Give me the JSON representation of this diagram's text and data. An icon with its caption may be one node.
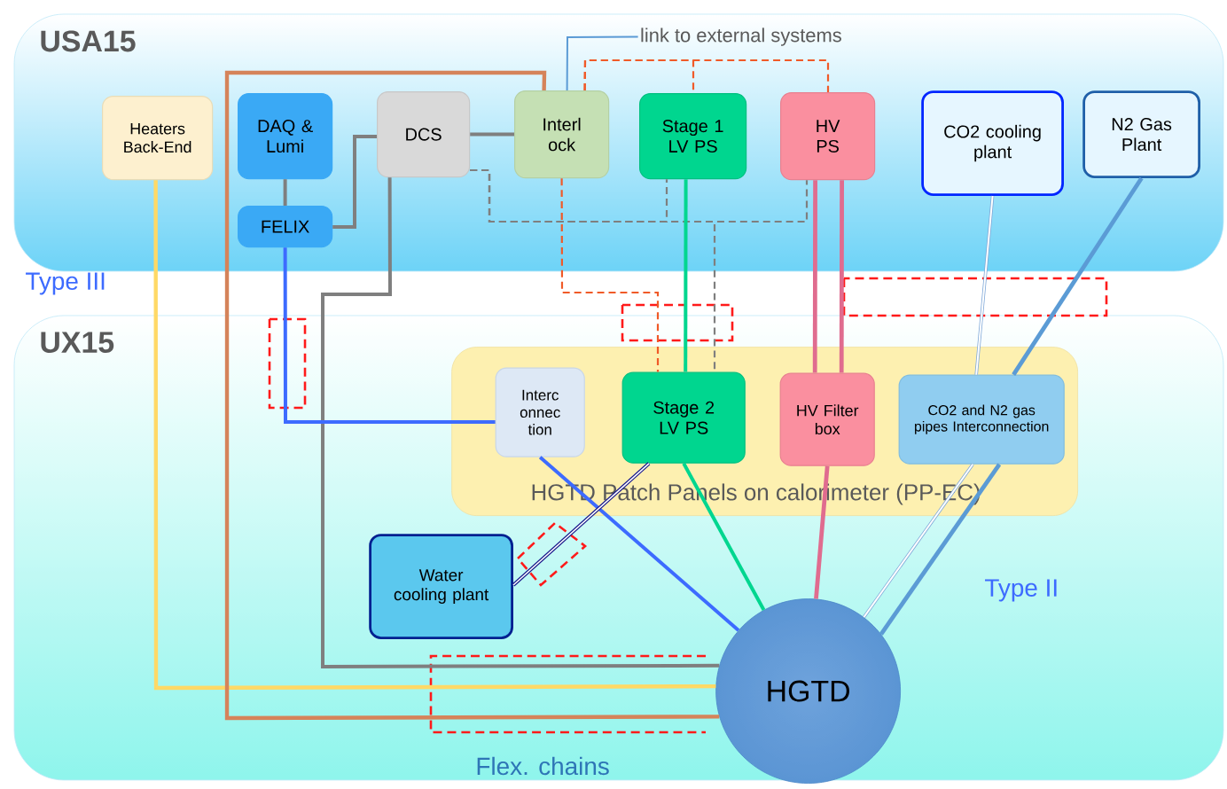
{
  "diagram": {
    "nodes": [
      {
        "text": [
          "USA15"
        ]
      },
      {
        "text": [
          "UX15"
        ]
      },
      {
        "text": [
          "Heaters Back-End"
        ],
        "in": 0
      },
      {
        "text": [
          "DAQ & Lumi"
        ],
        "in": 0
      },
      {
        "text": [
          "FELIX"
        ],
        "in": 0
      },
      {
        "text": [
          "DCS"
        ],
        "in": 0
      },
      {
        "text": [
          "Interl ock"
        ],
        "in": 0
      },
      {
        "text": [
          "Stage 1 LV PS"
        ],
        "in": 0
      },
      {
        "text": [
          "HV PS"
        ],
        "in": 0
      },
      {
        "text": [
          "CO2 cooling plant"
        ],
        "in": 0
      },
      {
        "text": [
          "N2 Gas Plant"
        ],
        "in": 0
      },
      {
        "text": [
          "HGTD Patch Panels on calorimeter (PP-EC)"
        ],
        "in": 1
      },
      {
        "text": [
          "Interc onnec tion"
        ],
        "in": 11
      },
      {
        "text": [
          "Stage 2 LV PS"
        ],
        "in": 11
      },
      {
        "text": [
          "HV Filter box"
        ],
        "in": 11
      },
      {
        "text": [
          "CO2 and N2 gas pipes Interconnection"
        ],
        "in": 11
      },
      {
        "text": [
          "Water cooling plant"
        ],
        "in": 1
      },
      {
        "text": [
          "HGTD"
        ],
        "in": 1
      },
      {
        "text": [
          "link to external systems"
        ],
        "in": 0
      }
    ],
    "edges": [
      {
        "from": 2,
        "to": 17,
        "arrow": "none",
        "color": "#ffd966"
      },
      {
        "from": 6,
        "to": 17,
        "arrow": "none",
        "color": "#d5835a"
      },
      {
        "from": 3,
        "to": 4,
        "arrow": "none",
        "color": "#7f7f7f"
      },
      {
        "from": 4,
        "to": 5,
        "arrow": "none",
        "color": "#7f7f7f"
      },
      {
        "from": 5,
        "to": 6,
        "arrow": "none",
        "color": "#7f7f7f"
      },
      {
        "from": 5,
        "to": 17,
        "arrow": "none",
        "color": "#7f7f7f"
      },
      {
        "from": 4,
        "to": 12,
        "arrow": "none",
        "color": "#3d6bff"
      },
      {
        "from": 12,
        "to": 17,
        "arrow": "none",
        "color": "#3d6bff"
      },
      {
        "from": 5,
        "to": 7,
        "arrow": "none",
        "style": "dashed",
        "color": "#7f7f7f"
      },
      {
        "from": 5,
        "to": 8,
        "arrow": "none",
        "style": "dashed",
        "color": "#7f7f7f"
      },
      {
        "from": 5,
        "to": 13,
        "arrow": "none",
        "style": "dashed",
        "color": "#7f7f7f"
      },
      {
        "from": 6,
        "to": 7,
        "arrow": "none",
        "style": "dashed",
        "color": "#f05a28"
      },
      {
        "from": 6,
        "to": 8,
        "arrow": "none",
        "style": "dashed",
        "color": "#f05a28"
      },
      {
        "from": 6,
        "to": 13,
        "arrow": "none",
        "style": "dashed",
        "color": "#f05a28"
      },
      {
        "from": 6,
        "to": 18,
        "arrow": "none",
        "color": "#5b9bd5"
      },
      {
        "from": 7,
        "to": 13,
        "arrow": "none",
        "color": "#00d68f"
      },
      {
        "from": 8,
        "to": 14,
        "arrow": "none",
        "color": "#e06c8f"
      },
      {
        "from": 8,
        "to": 14,
        "arrow": "none",
        "color": "#e06c8f"
      },
      {
        "from": 13,
        "to": 17,
        "arrow": "none",
        "color": "#00d68f"
      },
      {
        "from": 14,
        "to": 17,
        "arrow": "none",
        "color": "#e06c8f"
      },
      {
        "from": 9,
        "to": 15,
        "arrow": "none",
        "color": "#7fa8d8"
      },
      {
        "from": 10,
        "to": 15,
        "arrow": "none",
        "color": "#5b9bd5"
      },
      {
        "from": 15,
        "to": 17,
        "arrow": "none",
        "color": "#7fa8d8"
      },
      {
        "from": 15,
        "to": 17,
        "arrow": "none",
        "color": "#5b9bd5"
      },
      {
        "from": 16,
        "to": 13,
        "arrow": "none",
        "color": "#1a1a8c"
      }
    ],
    "labels": [
      "Type III",
      "Type II",
      "Flex. chains"
    ]
  }
}
